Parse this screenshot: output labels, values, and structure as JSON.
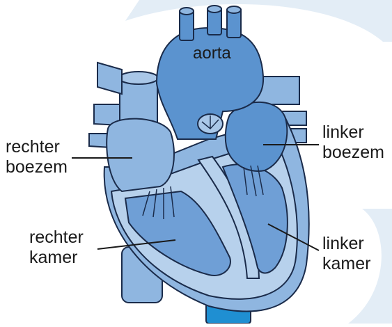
{
  "labels": {
    "aorta": "aorta",
    "right_atrium": [
      "rechter",
      "boezem"
    ],
    "left_atrium": [
      "linker",
      "boezem"
    ],
    "right_ventricle": [
      "rechter",
      "kamer"
    ],
    "left_ventricle": [
      "linker",
      "kamer"
    ]
  },
  "colors": {
    "background_swirl": "#dbe8f3",
    "vessel_light": "#8fb6e0",
    "vessel_mid": "#6f9fd6",
    "chamber": "#5b93cf",
    "outline": "#1a2b4a",
    "muscle": "#b7d1ec",
    "inferior_vessel": "#1f8fd2"
  }
}
